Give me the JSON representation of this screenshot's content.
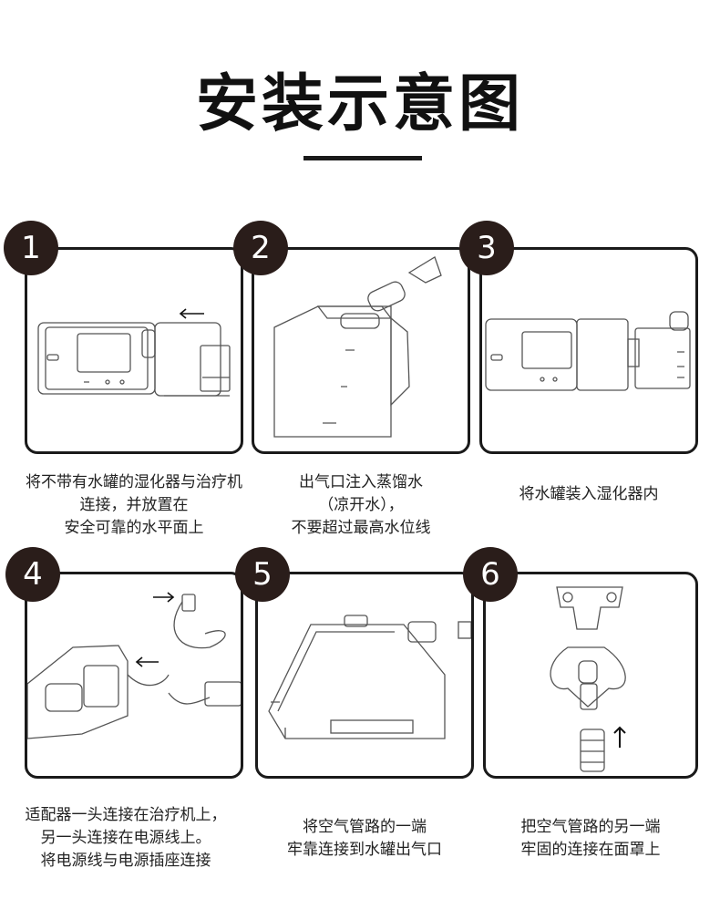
{
  "title": "安装示意图",
  "steps": [
    {
      "number": "1",
      "caption": [
        "将不带有水罐的湿化器与治疗机",
        "连接，并放置在",
        "安全可靠的水平面上"
      ]
    },
    {
      "number": "2",
      "caption": [
        "出气口注入蒸馏水",
        "（凉开水），",
        "不要超过最高水位线"
      ]
    },
    {
      "number": "3",
      "caption": [
        "将水罐装入湿化器内"
      ]
    },
    {
      "number": "4",
      "caption": [
        "适配器一头连接在治疗机上，",
        "另一头连接在电源线上。",
        "将电源线与电源插座连接"
      ]
    },
    {
      "number": "5",
      "caption": [
        "将空气管路的一端",
        "牢靠连接到水罐出气口"
      ]
    },
    {
      "number": "6",
      "caption": [
        "把空气管路的另一端",
        "牢固的连接在面罩上"
      ]
    }
  ],
  "colors": {
    "circle": "#2a1d1a",
    "border": "#1a1a1a"
  }
}
